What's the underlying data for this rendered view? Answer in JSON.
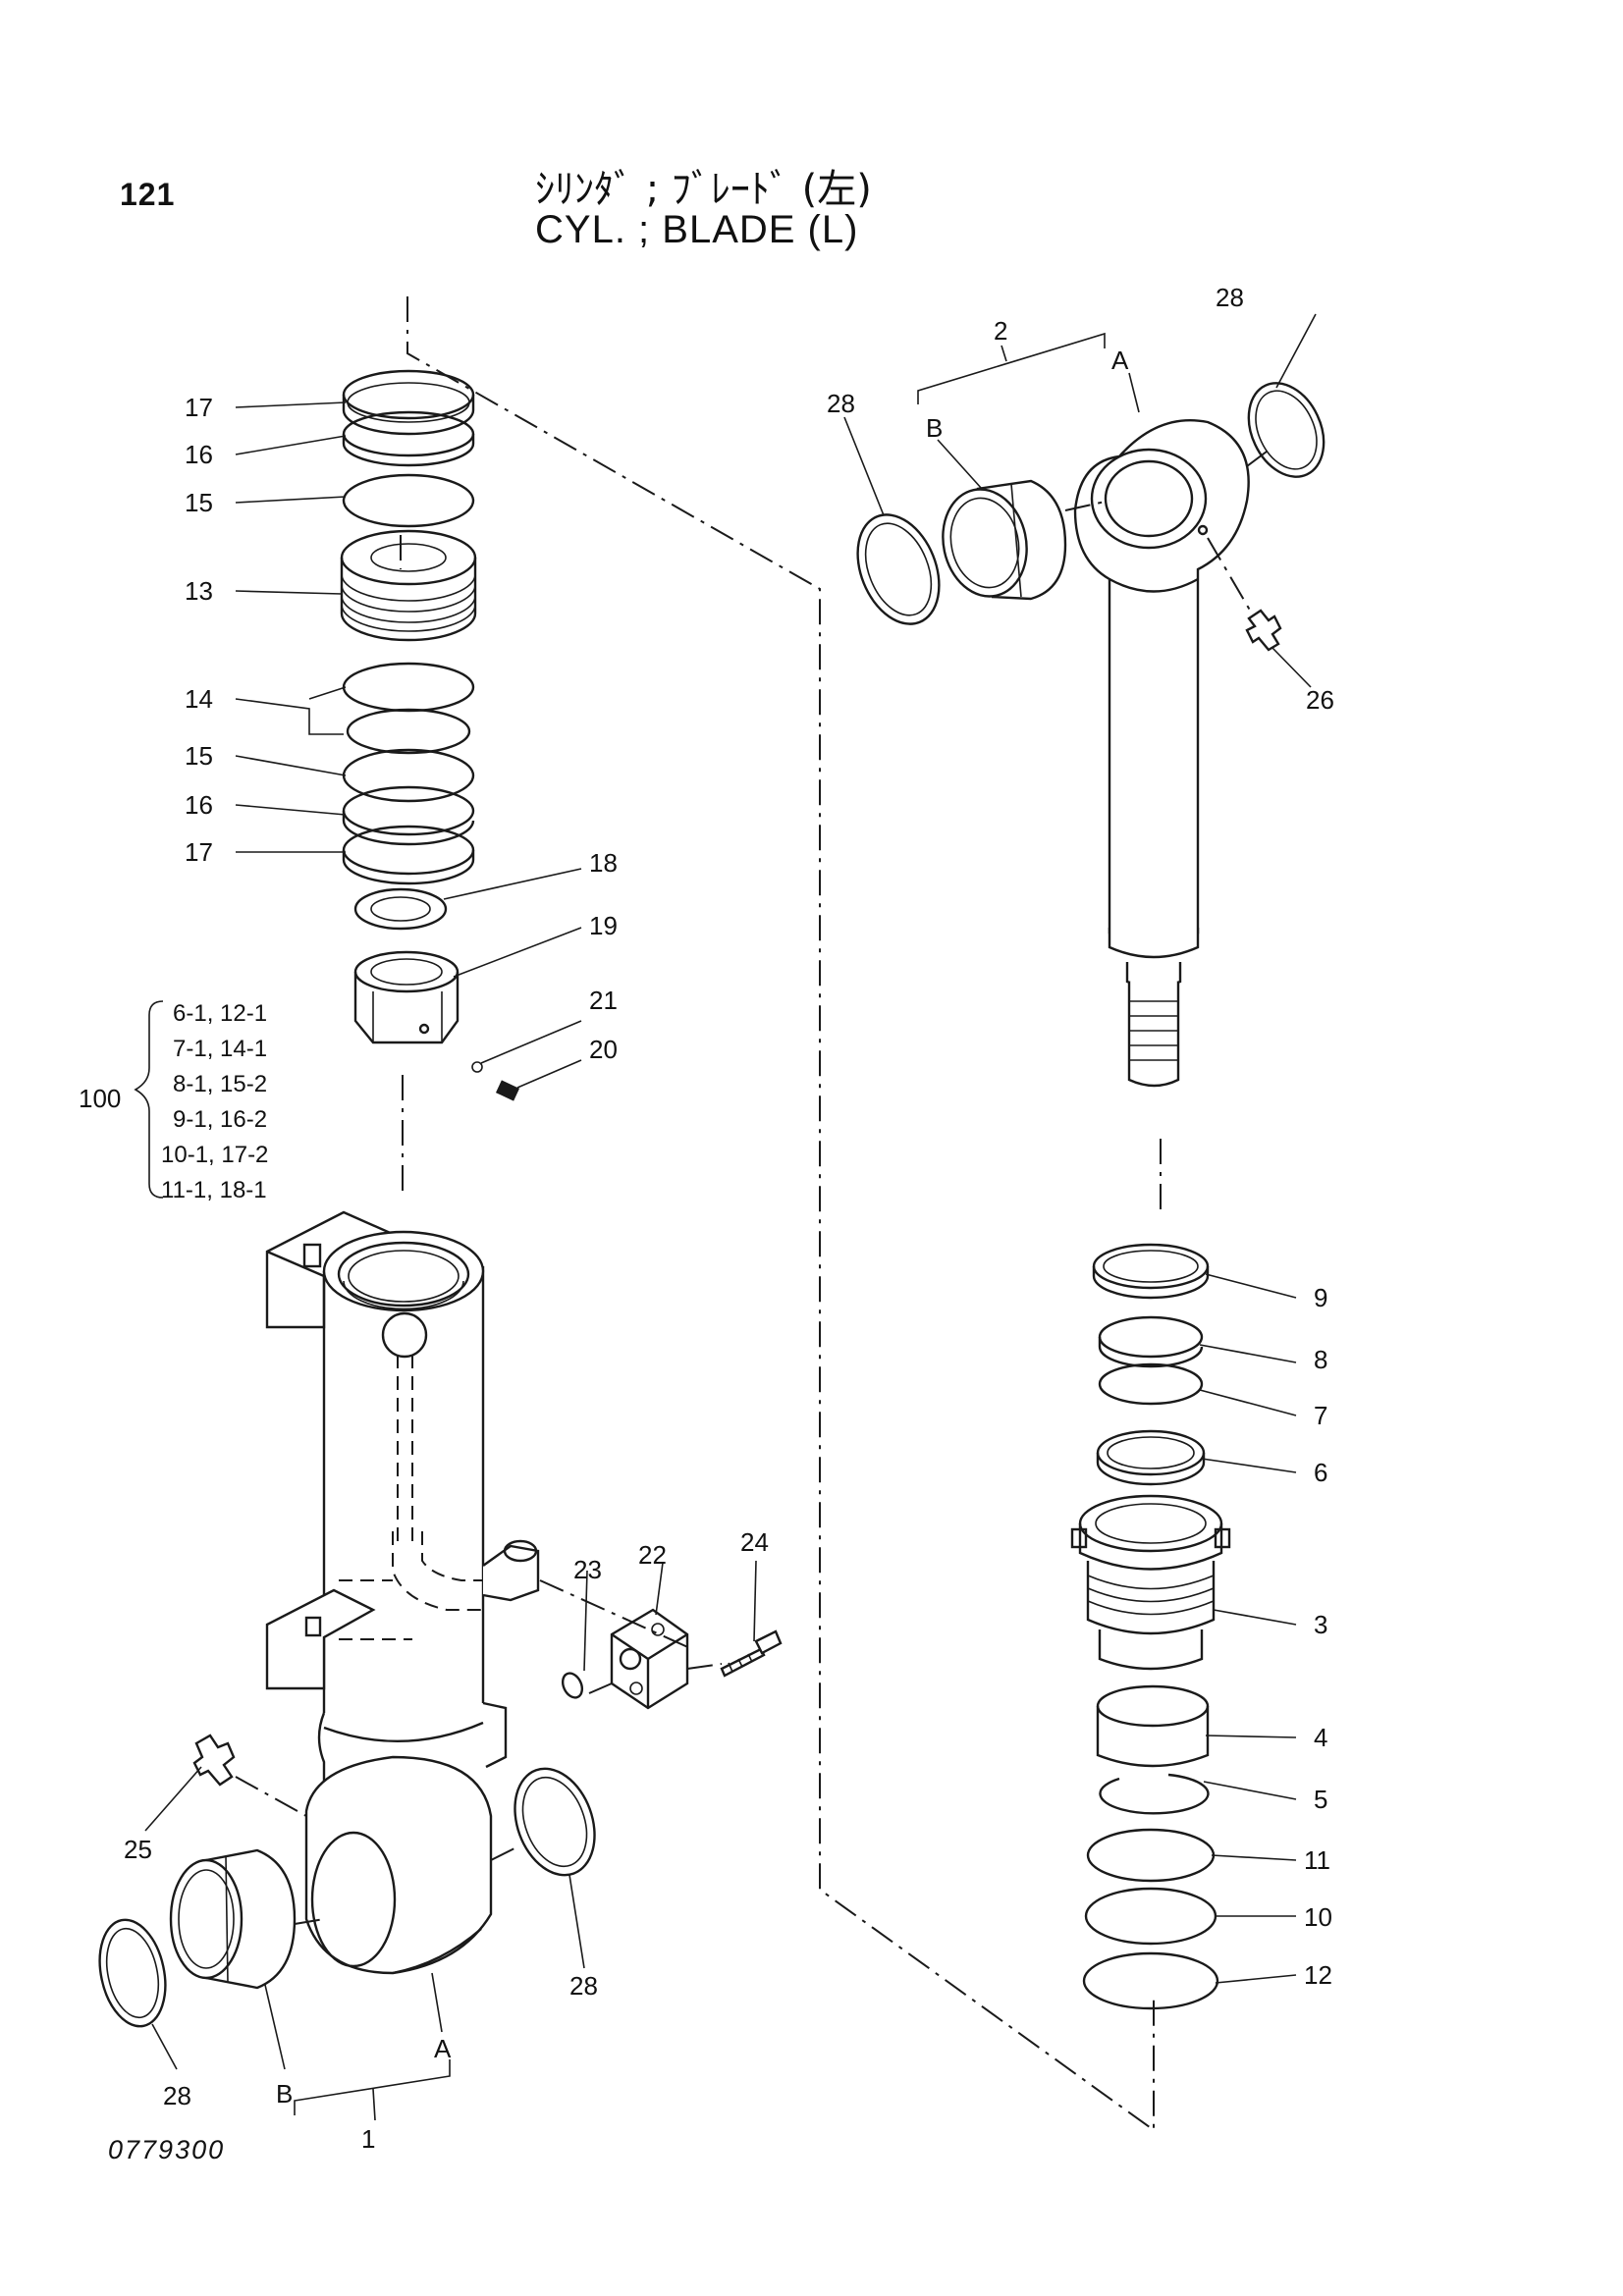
{
  "header": {
    "page_number": "121",
    "title_jp": "ｼﾘﾝﾀﾞ ; ﾌﾞﾚｰﾄﾞ (左)",
    "title_en": "CYL. ; BLADE (L)"
  },
  "drawing_number": "0779300",
  "callouts": {
    "c1": "1",
    "c2": "2",
    "c3": "3",
    "c4": "4",
    "c5": "5",
    "c6": "6",
    "c7": "7",
    "c8": "8",
    "c9": "9",
    "c10": "10",
    "c11": "11",
    "c12": "12",
    "c13": "13",
    "c14": "14",
    "c15a": "15",
    "c15b": "15",
    "c16a": "16",
    "c16b": "16",
    "c17a": "17",
    "c17b": "17",
    "c18": "18",
    "c19": "19",
    "c20": "20",
    "c21": "21",
    "c22": "22",
    "c23": "23",
    "c24": "24",
    "c25": "25",
    "c26": "26",
    "c28a": "28",
    "c28b": "28",
    "c28c": "28",
    "c28d": "28",
    "a_left": "A",
    "b_left": "B",
    "a_right": "A",
    "b_right": "B"
  },
  "kit": {
    "label": "100",
    "lines": [
      "6-1, 12-1",
      "7-1, 14-1",
      "8-1, 15-2",
      "9-1, 16-2",
      "10-1, 17-2",
      "11-1, 18-1"
    ]
  }
}
